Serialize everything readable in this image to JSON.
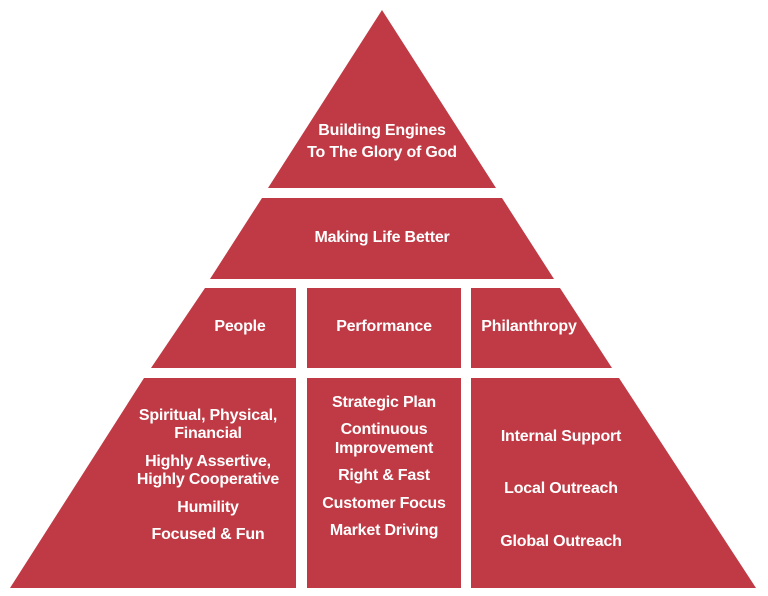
{
  "diagram": {
    "fill_color": "#bf3a44",
    "background": "#ffffff",
    "top": {
      "line1": "Building Engines",
      "line2": "To The Glory of God"
    },
    "tier2": {
      "label": "Making Life Better"
    },
    "tier3": {
      "left": "People",
      "center": "Performance",
      "right": "Philanthropy"
    },
    "tier4": {
      "left": [
        {
          "line1": "Spiritual, Physical,",
          "line2": "Financial"
        },
        {
          "line1": "Highly Assertive,",
          "line2": "Highly Cooperative"
        },
        {
          "line1": "Humility"
        },
        {
          "line1": "Focused & Fun"
        }
      ],
      "center": [
        {
          "line1": "Strategic Plan"
        },
        {
          "line1": "Continuous",
          "line2": "Improvement"
        },
        {
          "line1": "Right & Fast"
        },
        {
          "line1": "Customer Focus"
        },
        {
          "line1": "Market Driving"
        }
      ],
      "right": [
        {
          "line1": "Internal Support"
        },
        {
          "line1": "Local Outreach"
        },
        {
          "line1": "Global Outreach"
        }
      ]
    }
  }
}
